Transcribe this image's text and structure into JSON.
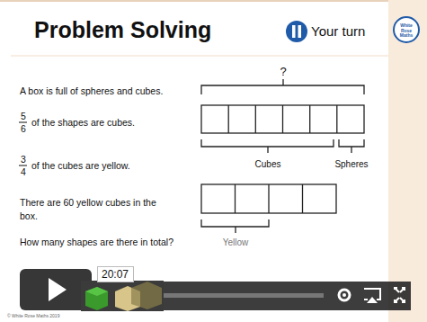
{
  "diagram": {
    "title": "Problem Solving",
    "nodes": [
      {
        "text": [
          "20:07"
        ]
      }
    ],
    "labels": [
      "Your turn",
      "White Rose Maths",
      "A box is full of spheres and cubes.",
      "5",
      "6",
      "of the shapes are cubes.",
      "3",
      "4",
      "of the cubes are yellow.",
      "There are 60 yellow cubes in the box.",
      "How many shapes are there in total?",
      "?",
      "Cubes",
      "Spheres",
      "Yellow",
      "© White Rose Maths 2019"
    ]
  }
}
